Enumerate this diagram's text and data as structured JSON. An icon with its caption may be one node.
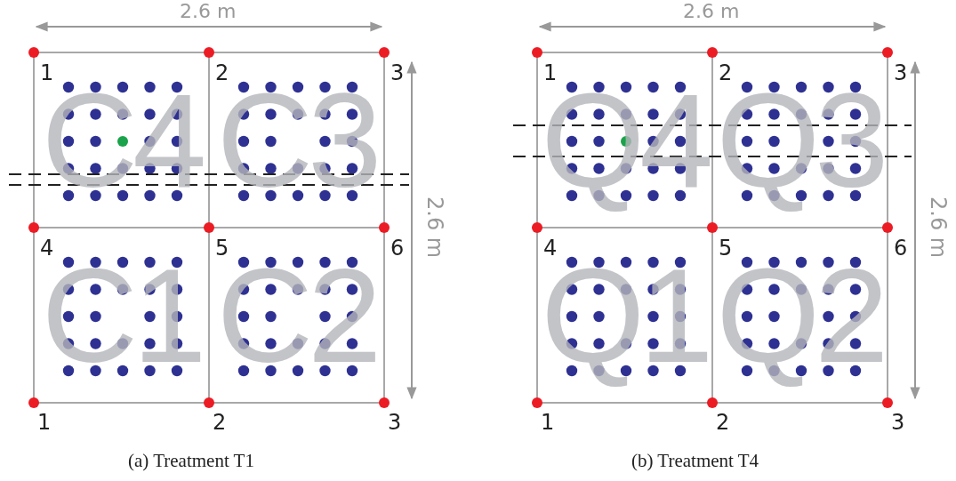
{
  "diagram": {
    "nodes": [
      {
        "text": [
          "C4"
        ]
      },
      {
        "text": [
          "C3"
        ]
      },
      {
        "text": [
          "C1"
        ]
      },
      {
        "text": [
          "C2"
        ]
      },
      {
        "text": [
          "Q4"
        ]
      },
      {
        "text": [
          "Q3"
        ]
      },
      {
        "text": [
          "Q1"
        ]
      },
      {
        "text": [
          "Q2"
        ]
      }
    ],
    "edges": [],
    "labels": [
      "2.6 m",
      "1",
      "2",
      "3",
      "2.6 m",
      "4",
      "5",
      "6",
      "1",
      "2",
      "3",
      "(a) Treatment T1",
      "2.6 m",
      "1",
      "2",
      "3",
      "2.6 m",
      "4",
      "5",
      "6",
      "1",
      "2",
      "3",
      "(b) Treatment T4"
    ]
  }
}
